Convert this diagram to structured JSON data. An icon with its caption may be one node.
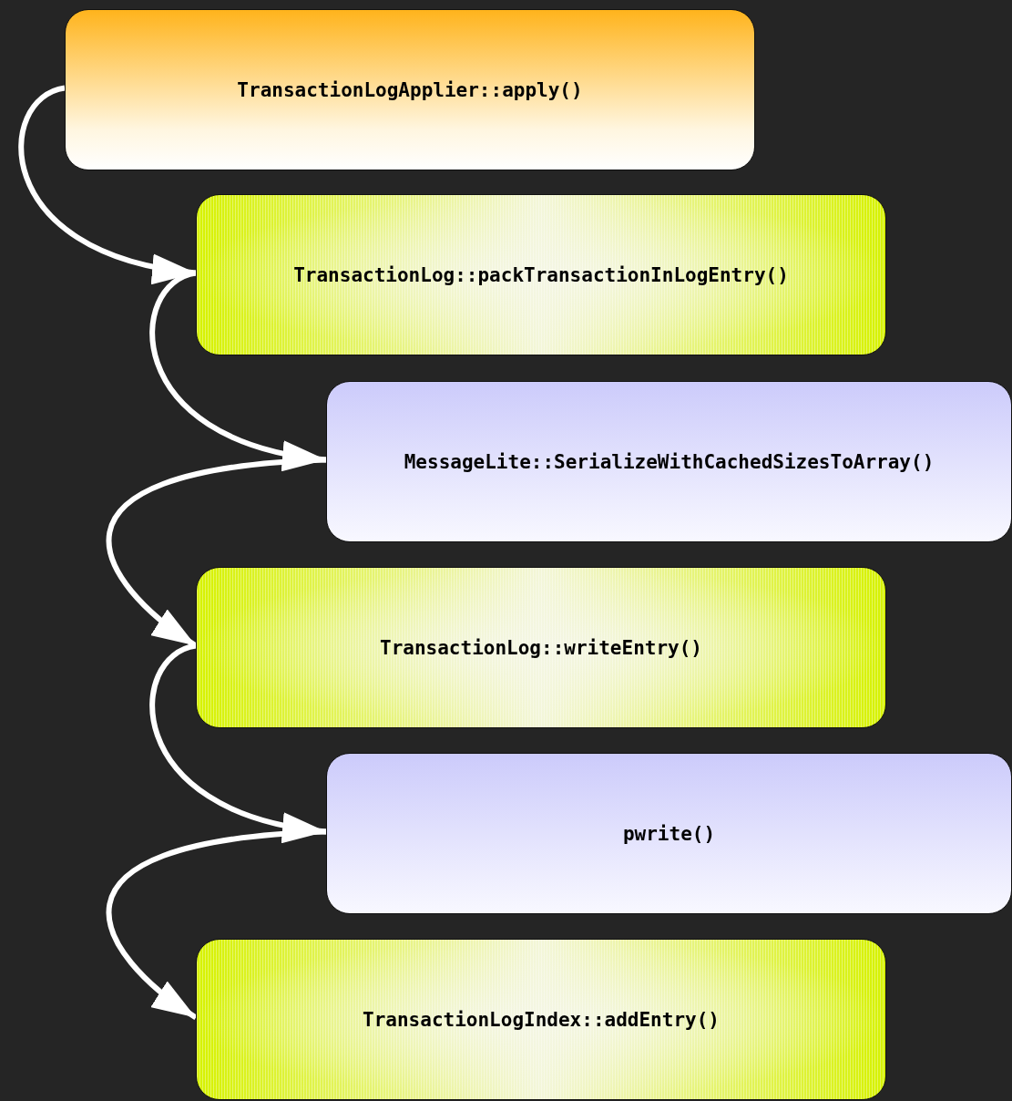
{
  "diagram": {
    "nodes": [
      {
        "text": [
          "TransactionLogApplier::apply()"
        ]
      },
      {
        "text": [
          "TransactionLog::packTransactionInLogEntry()"
        ]
      },
      {
        "text": [
          "MessageLite::SerializeWithCachedSizesToArray()"
        ]
      },
      {
        "text": [
          "TransactionLog::writeEntry()"
        ]
      },
      {
        "text": [
          "pwrite()"
        ]
      },
      {
        "text": [
          "TransactionLogIndex::addEntry()"
        ]
      }
    ],
    "edges": [
      {
        "from": 0,
        "to": 1,
        "arrow": "to"
      },
      {
        "from": 1,
        "to": 2,
        "arrow": "to"
      },
      {
        "from": 2,
        "to": 3,
        "arrow": "to"
      },
      {
        "from": 3,
        "to": 4,
        "arrow": "to"
      },
      {
        "from": 4,
        "to": 5,
        "arrow": "to"
      }
    ]
  }
}
